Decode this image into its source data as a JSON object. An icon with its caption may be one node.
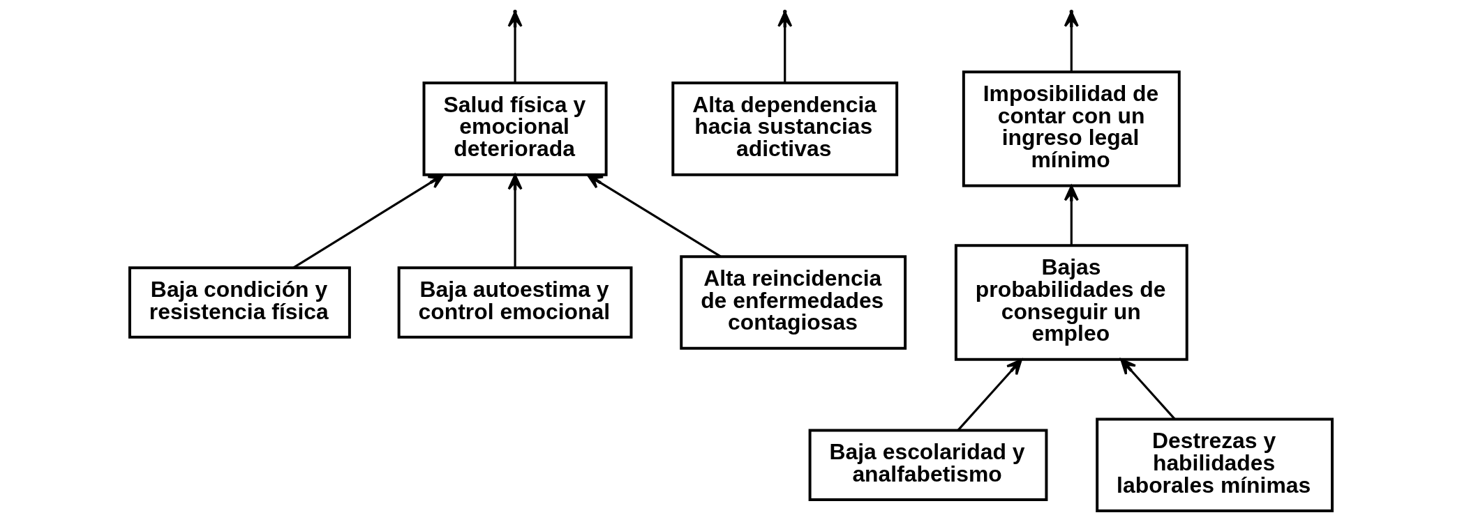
{
  "diagram": {
    "nodes": [
      {
        "text": [
          "Salud física y emocional deteriorada"
        ]
      },
      {
        "text": [
          "Alta dependencia hacia sustancias adictivas"
        ]
      },
      {
        "text": [
          "Imposibilidad de contar con un ingreso legal mínimo"
        ]
      },
      {
        "text": [
          "Baja condición y resistencia física"
        ]
      },
      {
        "text": [
          "Baja autoestima y control emocional"
        ]
      },
      {
        "text": [
          "Alta reincidencia de enfermedades contagiosas"
        ]
      },
      {
        "text": [
          "Bajas probabilidades de conseguir un empleo"
        ]
      },
      {
        "text": [
          "Baja escolaridad y analfabetismo"
        ]
      },
      {
        "text": [
          "Destrezas y habilidades laborales mínimas"
        ]
      }
    ],
    "edges": [
      {
        "from": 0,
        "to": null,
        "arrow": "to"
      },
      {
        "from": 1,
        "to": null,
        "arrow": "to"
      },
      {
        "from": 2,
        "to": null,
        "arrow": "to"
      },
      {
        "from": 3,
        "to": 0,
        "arrow": "to"
      },
      {
        "from": 4,
        "to": 0,
        "arrow": "to"
      },
      {
        "from": 5,
        "to": 0,
        "arrow": "to"
      },
      {
        "from": 6,
        "to": 2,
        "arrow": "to"
      },
      {
        "from": 7,
        "to": 6,
        "arrow": "to"
      },
      {
        "from": 8,
        "to": 6,
        "arrow": "to"
      }
    ]
  }
}
